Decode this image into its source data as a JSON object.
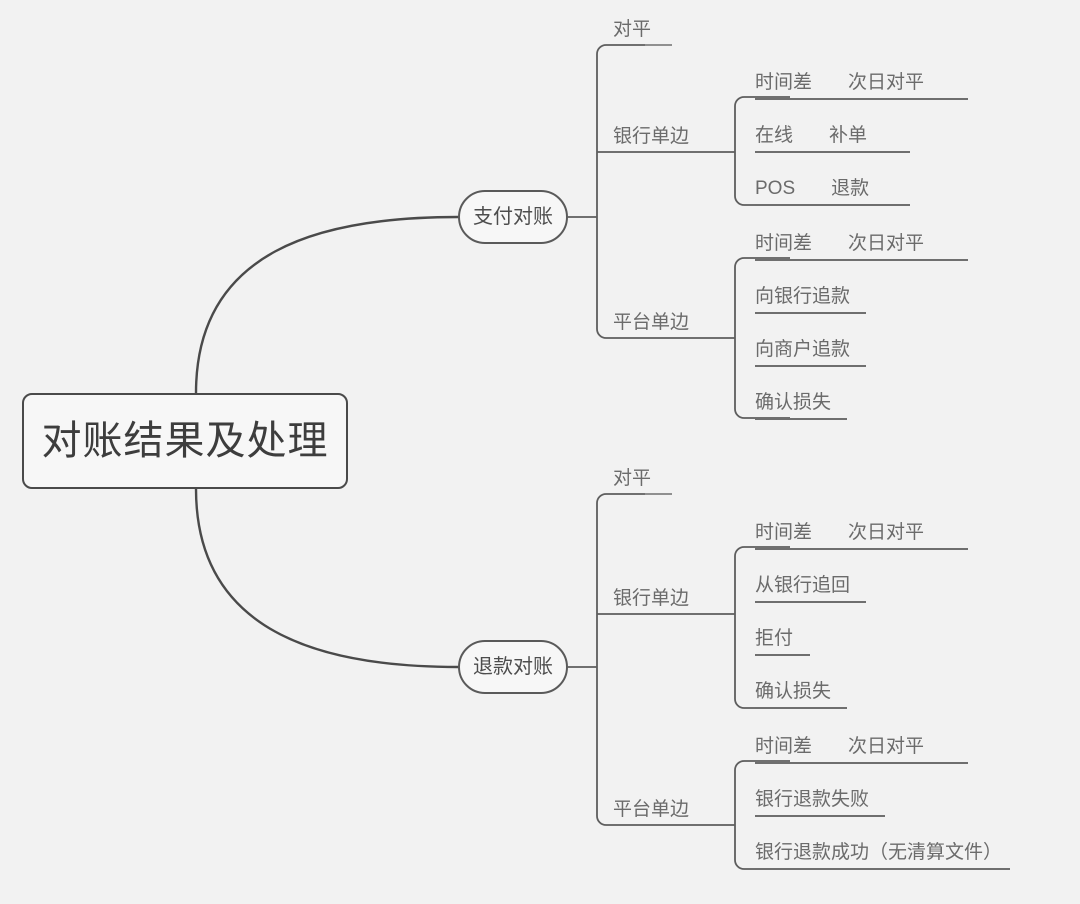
{
  "diagram": {
    "title": "对账结果及处理",
    "type": "mindmap",
    "background_color": "#f2f2f2",
    "line_color": "#4a4a4a",
    "text_color": "#6b6b6b",
    "root": {
      "label": "对账结果及处理",
      "shape": "rounded-rect"
    },
    "branches": [
      {
        "label": "支付对账",
        "shape": "pill",
        "children": [
          {
            "label": "对平",
            "children": []
          },
          {
            "label": "银行单边",
            "children": [
              {
                "label": "时间差",
                "result": "次日对平"
              },
              {
                "label": "在线",
                "result": "补单"
              },
              {
                "label": "POS",
                "result": "退款"
              }
            ]
          },
          {
            "label": "平台单边",
            "children": [
              {
                "label": "时间差",
                "result": "次日对平"
              },
              {
                "label": "向银行追款",
                "result": ""
              },
              {
                "label": "向商户追款",
                "result": ""
              },
              {
                "label": "确认损失",
                "result": ""
              }
            ]
          }
        ]
      },
      {
        "label": "退款对账",
        "shape": "pill",
        "children": [
          {
            "label": "对平",
            "children": []
          },
          {
            "label": "银行单边",
            "children": [
              {
                "label": "时间差",
                "result": "次日对平"
              },
              {
                "label": "从银行追回",
                "result": ""
              },
              {
                "label": "拒付",
                "result": ""
              },
              {
                "label": "确认损失",
                "result": ""
              }
            ]
          },
          {
            "label": "平台单边",
            "children": [
              {
                "label": "时间差",
                "result": "次日对平"
              },
              {
                "label": "银行退款失败",
                "result": ""
              },
              {
                "label": "银行退款成功（无清算文件）",
                "result": ""
              }
            ]
          }
        ]
      }
    ]
  }
}
